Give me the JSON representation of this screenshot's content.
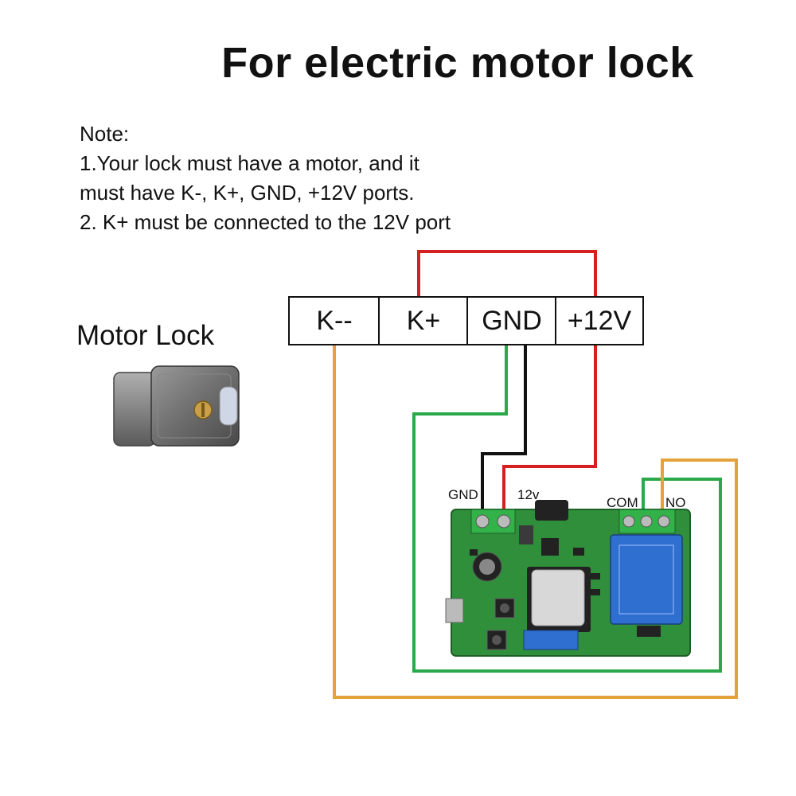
{
  "title": "For electric motor lock",
  "notes": [
    "Note:",
    "1.Your lock must have a motor, and it",
    "must have K-, K+, GND, +12V ports.",
    "2. K+ must be connected to the 12V port"
  ],
  "motor_lock_label": "Motor Lock",
  "terminals": [
    "K--",
    "K+",
    "GND",
    "+12V"
  ],
  "board_labels": {
    "gnd": "GND",
    "v12": "12v",
    "com": "COM",
    "no": "NO"
  },
  "colors": {
    "red": "#d42020",
    "green": "#2aa84a",
    "orange": "#e3a23a",
    "black": "#111111",
    "board": "#2f8f3a"
  }
}
